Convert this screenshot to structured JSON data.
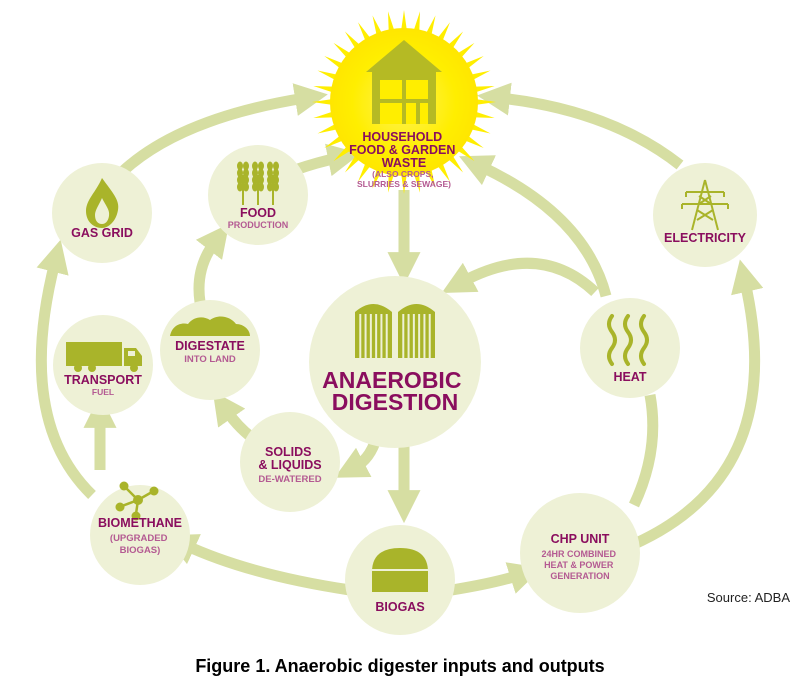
{
  "colors": {
    "node_fill": "#eef1d6",
    "arrow": "#d6dea2",
    "icon": "#a9b42a",
    "label": "#8a0e5e",
    "sublabel": "#b45a92",
    "sun": "#ffee00"
  },
  "nodes": {
    "household": {
      "title": [
        "HOUSEHOLD",
        "FOOD & GARDEN",
        "WASTE"
      ],
      "sub": [
        "(ALSO CROPS,",
        "SLURRIES & SEWAGE)"
      ],
      "icon": "house-icon"
    },
    "gas_grid": {
      "title": [
        "GAS GRID"
      ],
      "icon": "flame-icon"
    },
    "food": {
      "title": [
        "FOOD"
      ],
      "sub": [
        "PRODUCTION"
      ],
      "icon": "wheat-icon"
    },
    "electricity": {
      "title": [
        "ELECTRICITY"
      ],
      "icon": "pylon-icon"
    },
    "digestate": {
      "title": [
        "DIGESTATE"
      ],
      "sub": [
        "INTO LAND"
      ],
      "icon": "mound-icon"
    },
    "transport": {
      "title": [
        "TRANSPORT"
      ],
      "sub": [
        "FUEL"
      ],
      "icon": "truck-icon"
    },
    "ad": {
      "title": [
        "ANAEROBIC",
        "DIGESTION"
      ],
      "icon": "digester-icon"
    },
    "heat": {
      "title": [
        "HEAT"
      ],
      "icon": "heat-waves-icon"
    },
    "solids": {
      "title": [
        "SOLIDS",
        "& LIQUIDS"
      ],
      "sub": [
        "DE-WATERED"
      ]
    },
    "biomethane": {
      "title": [
        "BIOMETHANE"
      ],
      "sub": [
        "(UPGRADED",
        "BIOGAS)"
      ],
      "icon": "molecule-icon"
    },
    "chp": {
      "title": [
        "CHP UNIT"
      ],
      "sub": [
        "24HR COMBINED",
        "HEAT & POWER",
        "GENERATION"
      ]
    },
    "biogas": {
      "title": [
        "BIOGAS"
      ],
      "icon": "dome-icon"
    }
  },
  "source": "Source: ADBA",
  "caption": "Figure 1. Anaerobic digester inputs and outputs"
}
